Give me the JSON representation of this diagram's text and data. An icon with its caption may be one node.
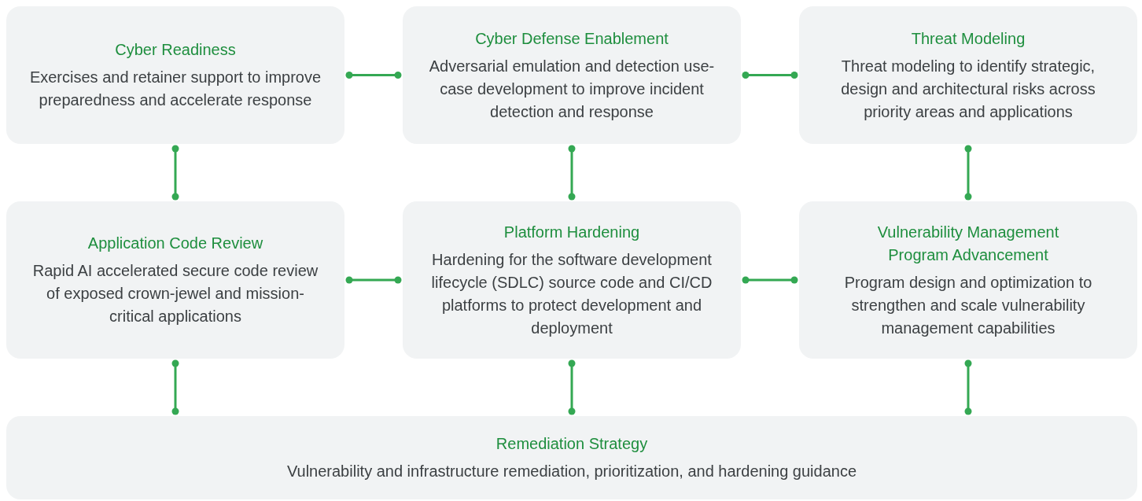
{
  "diagram": {
    "nodes": [
      {
        "text": [
          "Cyber Readiness",
          "Exercises and retainer support to improve preparedness and accelerate response"
        ]
      },
      {
        "text": [
          "Cyber Defense Enablement",
          "Adversarial emulation and detection use-case development to improve incident detection and response"
        ]
      },
      {
        "text": [
          "Threat Modeling",
          "Threat modeling to identify strategic, design and architectural risks across priority areas and applications"
        ]
      },
      {
        "text": [
          "Application Code Review",
          "Rapid AI accelerated secure code review of exposed crown-jewel and mission-critical applications"
        ]
      },
      {
        "text": [
          "Platform Hardening",
          "Hardening for the software development lifecycle (SDLC) source code and CI/CD platforms to protect development and deployment"
        ]
      },
      {
        "text": [
          "Vulnerability Management Program Advancement",
          "Program design and optimization to strengthen and scale vulnerability management capabilities"
        ]
      },
      {
        "text": [
          "Remediation Strategy",
          "Vulnerability and infrastructure remediation, prioritization, and hardening guidance"
        ]
      }
    ],
    "edges": [
      {
        "from": 0,
        "to": 1,
        "arrow": "other"
      },
      {
        "from": 1,
        "to": 2,
        "arrow": "other"
      },
      {
        "from": 0,
        "to": 3,
        "arrow": "other"
      },
      {
        "from": 1,
        "to": 4,
        "arrow": "other"
      },
      {
        "from": 2,
        "to": 5,
        "arrow": "other"
      },
      {
        "from": 3,
        "to": 4,
        "arrow": "other"
      },
      {
        "from": 4,
        "to": 5,
        "arrow": "other"
      },
      {
        "from": 3,
        "to": 6,
        "arrow": "other"
      },
      {
        "from": 4,
        "to": 6,
        "arrow": "other"
      },
      {
        "from": 5,
        "to": 6,
        "arrow": "other"
      }
    ]
  }
}
